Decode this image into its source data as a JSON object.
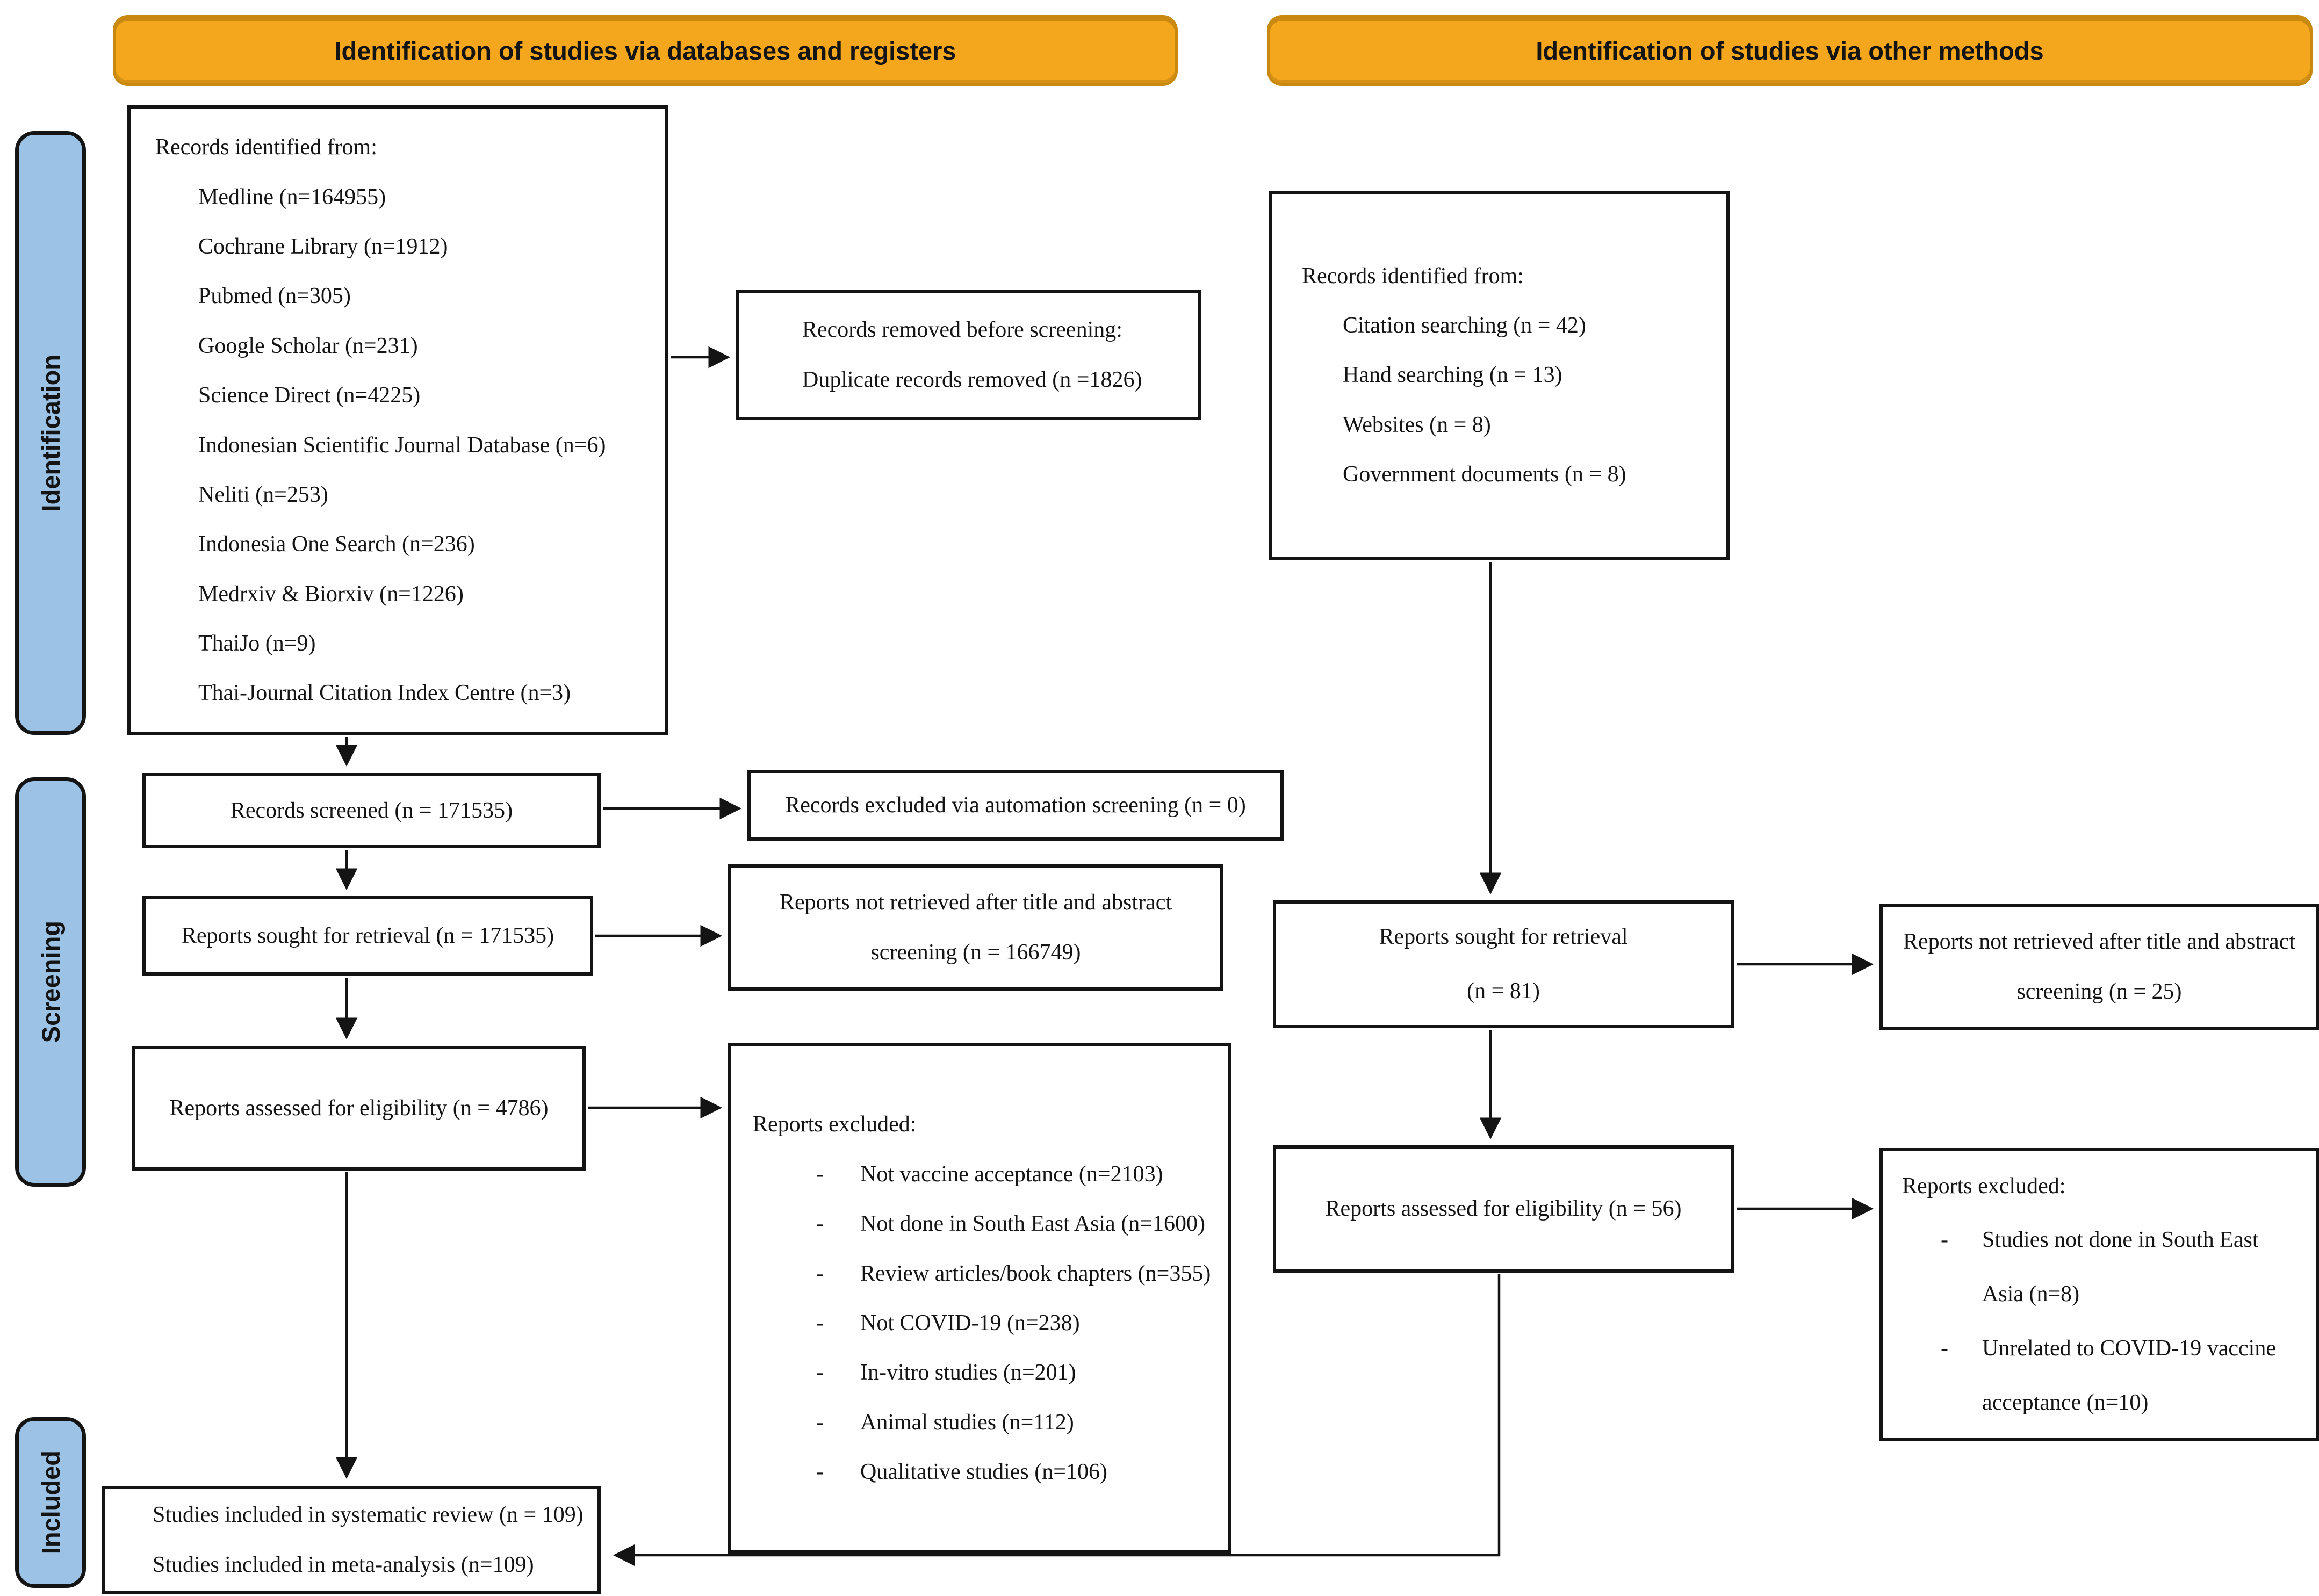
{
  "colors": {
    "banner_bg": "#F4A71D",
    "banner_border": "#C9880E",
    "sidebar_bg": "#9CC2E5",
    "box_border": "#141414",
    "arrow": "#141414"
  },
  "glyphs": {
    "dash": "-"
  },
  "banners": {
    "left": "Identification of studies via databases and registers",
    "right": "Identification of studies via other methods"
  },
  "sidebar": {
    "identification": "Identification",
    "screening": "Screening",
    "included": "Included"
  },
  "left": {
    "identified": {
      "title": "Records identified from:",
      "items": [
        "Medline (n=164955)",
        "Cochrane Library (n=1912)",
        "Pubmed (n=305)",
        "Google Scholar (n=231)",
        "Science Direct (n=4225)",
        "Indonesian Scientific Journal Database (n=6)",
        "Neliti (n=253)",
        "Indonesia One Search (n=236)",
        "Medrxiv & Biorxiv (n=1226)",
        "ThaiJo (n=9)",
        "Thai-Journal Citation Index Centre (n=3)"
      ]
    },
    "removed": {
      "line1": "Records removed before screening:",
      "line2": "Duplicate records removed (n =1826)"
    },
    "screened": {
      "label": "Records screened (n = 171535)"
    },
    "automation": {
      "label": "Records excluded via automation screening (n = 0)"
    },
    "sought": {
      "label": "Reports sought for retrieval (n = 171535)"
    },
    "not_retrieved": {
      "label": "Reports not retrieved after title and abstract screening (n = 166749)"
    },
    "assessed": {
      "label": "Reports assessed for eligibility (n = 4786)"
    },
    "excluded": {
      "title": "Reports excluded:",
      "items": [
        "Not vaccine acceptance (n=2103)",
        "Not done in South East Asia (n=1600)",
        "Review articles/book chapters (n=355)",
        "Not COVID-19 (n=238)",
        "In-vitro studies (n=201)",
        "Animal studies (n=112)",
        "Qualitative studies (n=106)"
      ]
    },
    "included": {
      "line1": "Studies included in systematic review (n = 109)",
      "line2": "Studies included in meta-analysis (n=109)"
    }
  },
  "right": {
    "identified": {
      "title": "Records identified from:",
      "items": [
        "Citation searching (n = 42)",
        "Hand searching (n = 13)",
        "Websites (n = 8)",
        "Government documents (n = 8)"
      ]
    },
    "sought": {
      "line1": "Reports sought for retrieval",
      "line2": "(n = 81)"
    },
    "not_retrieved": {
      "label": "Reports not retrieved after title and abstract screening (n = 25)"
    },
    "assessed": {
      "label": "Reports assessed for eligibility (n = 56)"
    },
    "excluded": {
      "title": "Reports excluded:",
      "items": [
        "Studies not done in South East Asia (n=8)",
        "Unrelated to COVID-19 vaccine acceptance (n=10)"
      ]
    }
  }
}
